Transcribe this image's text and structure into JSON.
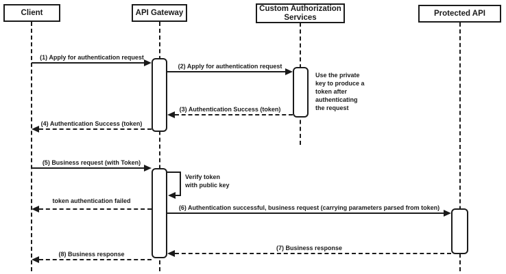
{
  "diagram": {
    "type": "sequence",
    "background": "#ffffff",
    "line_color": "#1a1a1a",
    "fill_color": "#ffffff"
  },
  "participants": [
    {
      "id": "client",
      "label": "Client"
    },
    {
      "id": "api-gateway",
      "label": "API Gateway"
    },
    {
      "id": "custom-authorization-services",
      "label": "Custom Authorization Services"
    },
    {
      "id": "protected-api",
      "label": "Protected API"
    }
  ],
  "messages": [
    {
      "label": "(1) Apply for authentication request",
      "from": "Client",
      "to": "API Gateway",
      "line": "solid"
    },
    {
      "label": "(2) Apply for authentication request",
      "from": "API Gateway",
      "to": "Custom Authorization Services",
      "line": "solid"
    },
    {
      "label": "(3) Authentication Success (token)",
      "from": "Custom Authorization Services",
      "to": "API Gateway",
      "line": "dashed"
    },
    {
      "label": "(4) Authentication Success (token)",
      "from": "API Gateway",
      "to": "Client",
      "line": "dashed"
    },
    {
      "label": "(5) Business request (with Token)",
      "from": "Client",
      "to": "API Gateway",
      "line": "solid"
    },
    {
      "label": "token authentication failed",
      "from": "API Gateway",
      "to": "Client",
      "line": "dashed"
    },
    {
      "label": "(6) Authentication successful, business request (carrying parameters parsed from token)",
      "from": "API Gateway",
      "to": "Protected API",
      "line": "solid"
    },
    {
      "label": "(7) Business response",
      "from": "Protected API",
      "to": "API Gateway",
      "line": "dashed"
    },
    {
      "label": "(8) Business response",
      "from": "API Gateway",
      "to": "Client",
      "line": "dashed"
    }
  ],
  "self_message": {
    "on": "API Gateway",
    "label": "Verify token\nwith public key"
  },
  "note": {
    "near": "Custom Authorization Services",
    "text": "Use the private\nkey to produce a\ntoken after\nauthenticating\nthe request"
  }
}
